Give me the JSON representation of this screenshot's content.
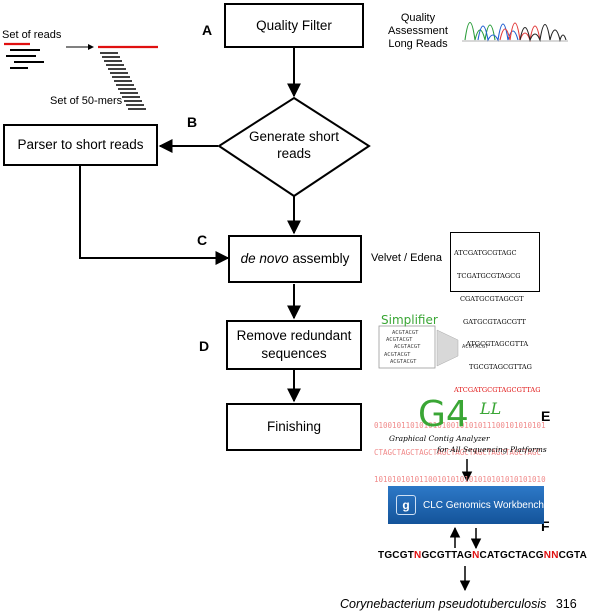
{
  "diagram": {
    "step_labels": [
      "A",
      "B",
      "C",
      "D",
      "E",
      "F"
    ],
    "nodes": {
      "quality_filter": "Quality Filter",
      "generate_short_reads": "Generate short reads",
      "parser": "Parser to short reads",
      "assembly_italic": "de novo",
      "assembly_rest": " assembly",
      "remove_redundant": "Remove redundant sequences",
      "finishing": "Finishing"
    },
    "annotations": {
      "quality_assessment": "Quality Assessment",
      "long_reads": "Long Reads",
      "set_of_reads": "Set of reads",
      "set_of_50mers": "Set of 50-mers",
      "velvet_edena": "Velvet / Edena",
      "simplifier": "Simplifier",
      "g4all_logo": "G4ALL",
      "g4all_line1": "Graphical Contig Analyzer",
      "g4all_line2": "for All Sequencing Platforms",
      "clc_logo": "CLC Genomics Workbench",
      "sequence": "TGCGTNGCGTTAGNCATGCTACGNNCGTA",
      "organism": "Corynebacterium pseudotuberculosis",
      "page_number": "316"
    },
    "assembly_sequences": [
      "ATCGATGCGTAGC",
      "TCGATGCGTAGCG",
      "CGATGCGTAGCGT",
      "GATGCGTAGCGTT",
      "ATGCGTAGCGTTA",
      "TGCGTAGCGTTAG",
      "ATCGATGCGTAGCGTTAG"
    ],
    "simplifier_sequences": [
      "ACGTACGT",
      "ACGTACGT",
      "ACGTACGT",
      "ACGTACGT",
      "ACGTACGT"
    ],
    "simplifier_result": "ACGTACGT",
    "g4all_background": [
      "01001011010101010010101011100101010101",
      "CTAGCTAGCTAGCTAGCTAGCTAGCTAGCTAGCTAGC",
      "10101010101100101010101010101010101010"
    ],
    "colors": {
      "line": "#000000",
      "red_highlight": "#e01010",
      "g4all_green": "#3aa635",
      "simplifier_green": "#3aa635",
      "clc_blue": "#1a5fa8",
      "chromatogram": [
        "#2a9d3a",
        "#1f5fd1",
        "#e23a3a",
        "#222222"
      ]
    }
  }
}
